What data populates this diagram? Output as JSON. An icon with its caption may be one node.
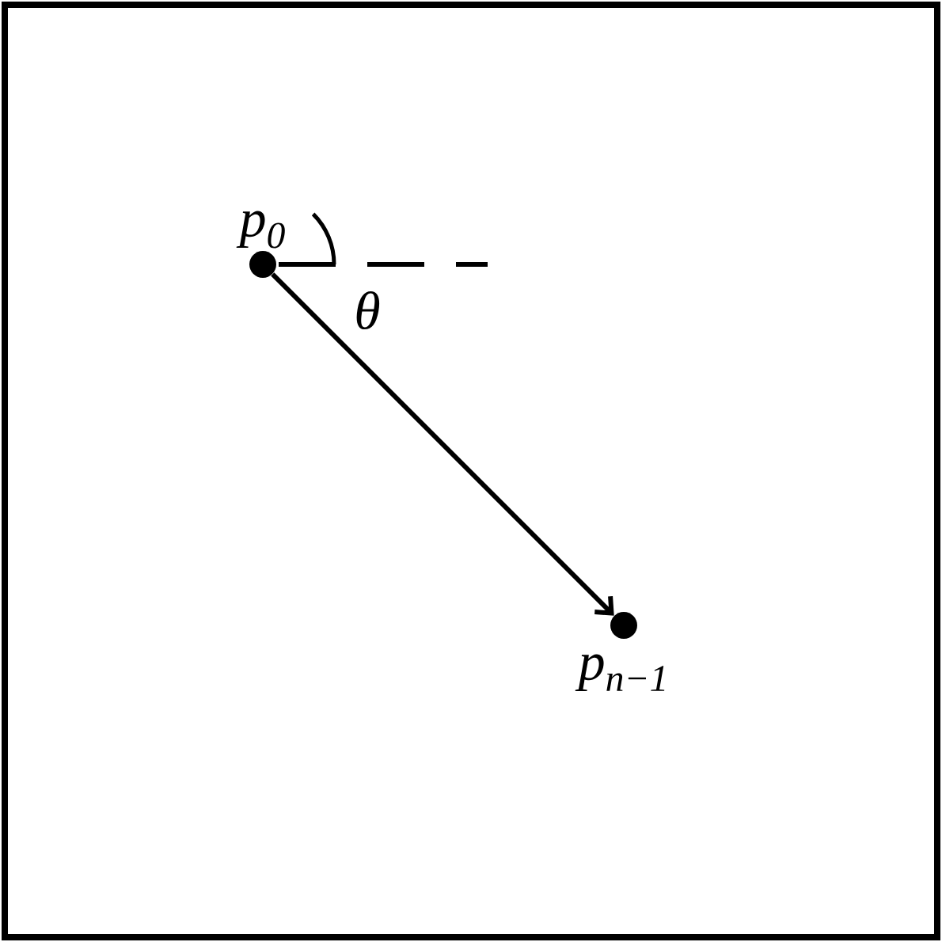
{
  "diagram": {
    "nodes": [
      {
        "text": [
          "p$_{0}$"
        ]
      },
      {
        "text": [
          "p$_{n−1}$"
        ]
      }
    ],
    "edges": [
      {
        "from": 0,
        "to": 1,
        "arrow": "to"
      }
    ],
    "labels": [
      "θ"
    ]
  }
}
